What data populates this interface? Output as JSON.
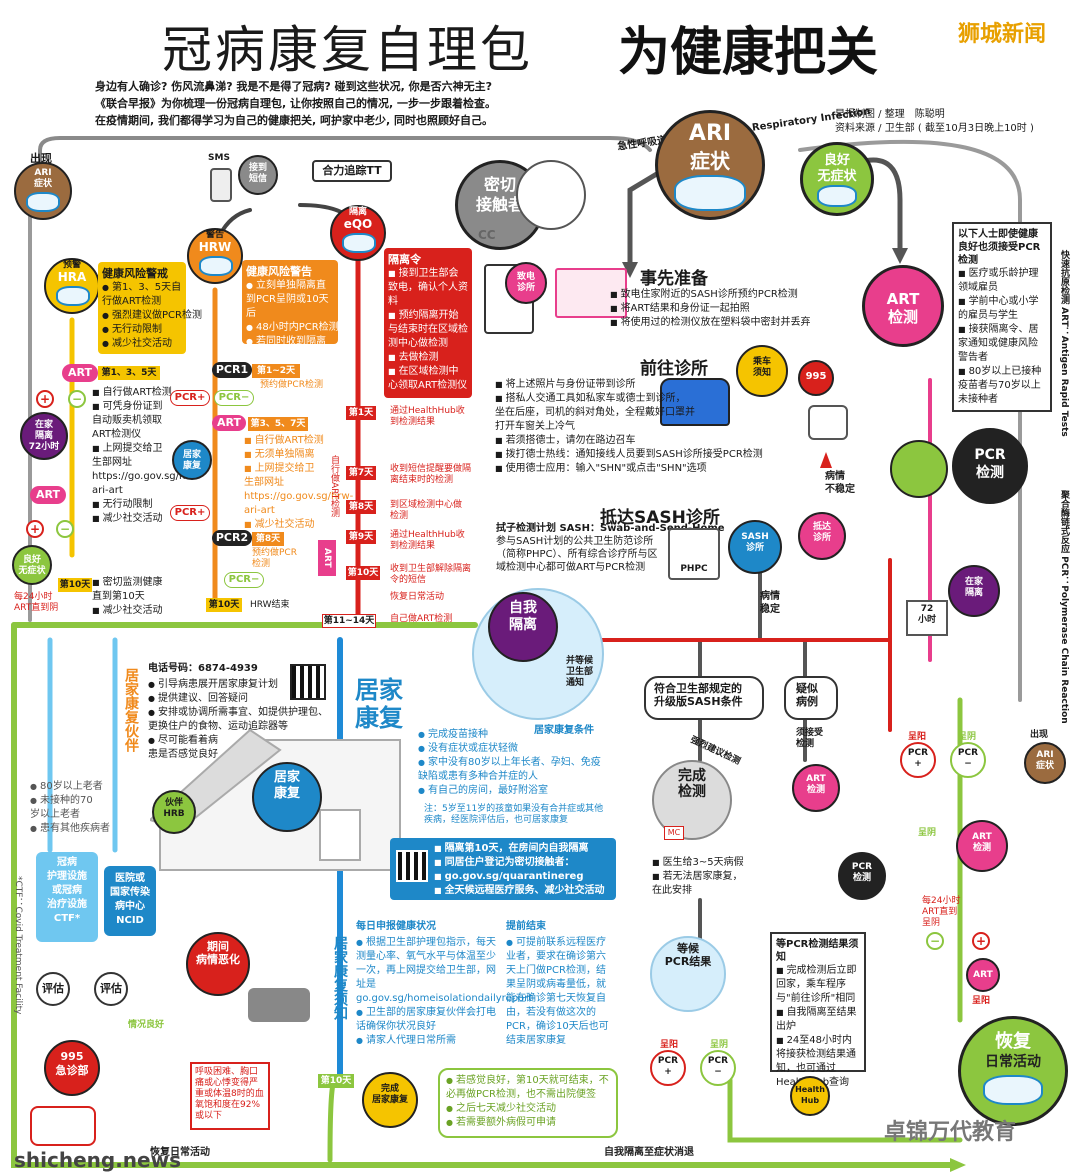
{
  "header": {
    "title_left": "冠病康复自理包",
    "title_right": "为健康把关",
    "brand": "狮城新闻",
    "intro": [
      "身边有人确诊? 伤风流鼻涕? 我是不是得了冠病? 碰到这些状况, 你是否六神无主?",
      "《联合早报》为你梳理一份冠病自理包, 让你按照自己的情况, 一步一步跟着检查。",
      "在疫情期间, 我们都得学习为自己的健康把关, 呵护家中老少, 同时也照顾好自己。"
    ],
    "credits_1": "早报制图 / 整理　陈聪明",
    "credits_2": "资料来源 / 卫生部 ( 截至10月3日晚上10时 )"
  },
  "ari": {
    "arc_text": "急性呼吸道感染 ARI: Acute Respiratory Infection",
    "line1": "ARI",
    "line2": "症状"
  },
  "left_top": {
    "appear": "出现",
    "ari_symptom": "ARI\n症状",
    "sms": "SMS",
    "received_sms": "接到\n短信",
    "tracing": "合力追踪TT",
    "close_contact": "密切\n接触者",
    "cc": "CC",
    "good_no_symptom": "良好\n无症状"
  },
  "hra": {
    "label_top": "预警",
    "label": "HRA",
    "title": "健康风险警戒",
    "items": [
      "第1、3、5天自行做ART检测",
      "强烈建议做PCR检测",
      "无行动限制",
      "减少社交活动"
    ]
  },
  "hrw": {
    "label_top": "警告",
    "label": "HRW",
    "title": "健康风险警告",
    "items": [
      "立刻单独隔离直到PCR呈阴或10天后",
      "48小时内PCR检测",
      "若同时收到隔离令，则执行隔离令"
    ]
  },
  "eqo": {
    "label_top": "隔离",
    "label": "eQO",
    "title": "隔离令",
    "items": [
      "接到卫生部会致电，确认个人资料",
      "预约隔离开始与结束时在区域检测中心做检测",
      "去做检测",
      "在区域检测中心领取ART检测仪"
    ]
  },
  "art_left": {
    "art": "ART",
    "days": "第1、3、5天",
    "plus": "+",
    "minus": "−",
    "iso72": "在家\n隔离\n72小时",
    "art2": "ART",
    "good": "良好\n无症状",
    "day10": "第10天",
    "note_24": "每24小时\nART直到阴",
    "items": [
      "自行做ART检测",
      "可凭身份证到自动贩卖机领取ART检测仪",
      "上网提交给卫生部网址 https://go.gov.sg/hrw-ari-art",
      "无行动限制",
      "减少社交活动"
    ],
    "day10_items": [
      "密切监测健康直到第10天",
      "减少社交活动"
    ]
  },
  "pcr_mid": {
    "pcr1": "PCR1",
    "pcr1_days": "第1~2天",
    "pcr1_note": "预约做PCR检测",
    "pcr_plus": "PCR+",
    "pcr_minus": "PCR−",
    "art": "ART",
    "art_days": "第3、5、7天",
    "art_items": [
      "自行做ART检测",
      "无须单独隔离",
      "上网提交给卫生部网址 https://go.gov.sg/hrw-ari-art",
      "减少社交活动"
    ],
    "home_recovery": "居家\n康复",
    "pcr_plus2": "PCR+",
    "pcr2": "PCR2",
    "pcr2_days": "第8天",
    "pcr2_note": "预约做PCR检测",
    "pcr_minus2": "PCR−",
    "day10": "第10天",
    "hrw_end": "HRW结束"
  },
  "eqo_days": {
    "side": "自行做ART检测",
    "art_tag": "ART",
    "d1": "第1天",
    "d1_text": "通过HealthHub收到检测结果",
    "d7": "第7天",
    "d7_text": "收到短信提醒要做隔离结束时的检测",
    "d8": "第8天",
    "d8_text": "到区域检测中心做检测",
    "d9": "第9天",
    "d9_text": "通过HealthHub收到检测结果",
    "d10": "第10天",
    "d10_text1": "收到卫生部解除隔离令的短信",
    "d10_text2": "恢复日常活动",
    "d11": "第11~14天",
    "d11_text": "自己做ART检测"
  },
  "prep": {
    "title": "事先准备",
    "clinic_icon": "致电\n诊所",
    "items": [
      "致电住家附近的SASH诊所预约PCR检测",
      "将ART结果和身份证一起拍照",
      "将使用过的检测仪放在塑料袋中密封并丢弃"
    ]
  },
  "goclinic": {
    "title": "前往诊所",
    "by_car": "乘车\n须知",
    "ambulance": "995",
    "items": [
      "将上述照片与身份证带到诊所",
      "搭私人交通工具如私家车或德士到诊所，坐在后座，司机的斜对角处，全程戴好口罩并打开车窗关上冷气",
      "若须搭德士，请勿在路边召车",
      "拨打德士热线：通知接线人员要到SASH诊所接受PCR检测",
      "使用德士应用：输入\"SHN\"或点击\"SHN\"选项"
    ],
    "unstable": "病情\n不稳定"
  },
  "sash": {
    "title": "抵达SASH诊所",
    "lines": [
      "拭子检测计划 SASH：Swab-and-Send-Home",
      "参与SASH计划的公共卫生防范诊所",
      "（简称PHPC）、所有综合诊疗所与区",
      "域检测中心都可做ART与PCR检测"
    ],
    "phpc": "PHPC",
    "badge": "SASH\n诊所",
    "arrive": "抵达\n诊所",
    "stable": "病情\n稳定"
  },
  "right_col": {
    "good": "良好\n无症状",
    "art_test": "ART\n检测",
    "vertical_1": "快速抗原检测 ART：Antigen Rapid Tests",
    "vertical_2": "聚合酶链式反应 PCR：Polymerase Chain Reaction",
    "pcr_title": "以下人士即使健康良好也须接受PCR检测",
    "pcr_items": [
      "医疗或乐龄护理领域雇员",
      "学前中心或小学的雇员与学生",
      "接获隔离令、居家通知或健康风险警告者",
      "80岁以上已接种疫苗者与70岁以上未接种者"
    ],
    "pcr_check": "PCR\n检测",
    "home72": "72\n小时",
    "home_iso": "在家\n隔离",
    "pos": "呈阳",
    "neg": "呈阴",
    "pcr_plus": "PCR\n+",
    "pcr_minus": "PCR\n−",
    "appear": "出现",
    "ari": "ARI\n症状",
    "neg2": "呈阴",
    "art2": "ART\n检测",
    "every24": "每24小时\nART直到\n呈阴",
    "plus": "+",
    "minus": "−",
    "art3": "ART",
    "pos2": "呈阳",
    "recover": "恢复",
    "daily": "日常活动"
  },
  "self_iso": {
    "title": "自我\n隔离",
    "notify": "并等候\n卫生部\n通知",
    "meets": "符合卫生部规定的\n升级版SASH条件",
    "suspect": "疑似\n病例",
    "accept": "须接受\n检测",
    "strong": "强烈建议检测",
    "complete": "完成\n检测",
    "art": "ART\n检测",
    "pcr": "PCR\n检测",
    "mc": "MC",
    "after": [
      "医生给3~5天病假",
      "若无法居家康复，在此安排"
    ]
  },
  "wait": {
    "title": "等候\nPCR结果",
    "box_title": "等PCR检测结果须知",
    "items": [
      "完成检测后立即回家，乘车程序与\"前往诊所\"相同",
      "自我隔离至结果出炉",
      "24至48小时内将接获检测结果通知，也可通过HealthHub查询"
    ],
    "pos": "呈阳",
    "neg": "呈阴",
    "pcr_plus": "PCR\n+",
    "pcr_minus": "PCR\n−",
    "healthhub": "Health\nHub"
  },
  "home": {
    "partner": "居家康复伙伴",
    "phone": "电话号码：6874-4939",
    "partner_items": [
      "引导病患展开居家康复计划",
      "提供建议、回答疑问",
      "安排或协调所需事宜、如提供护理包、更换住户的食物、运动追踪器等",
      "尽可能看着病患是否感觉良好"
    ],
    "big_title": "居家\n康复",
    "cond_title": "居家康复条件",
    "cond_items": [
      "完成疫苗接种",
      "没有症状或症状轻微",
      "家中没有80岁以上年长者、孕妇、免疫缺陷或患有多种合并症的人",
      "有自己的房间，最好附浴室"
    ],
    "cond_note": "注：5岁至11岁的孩童如果没有合并症或其他疾病，经医院评估后，也可居家康复",
    "house_char": "居家\n康复",
    "qr_items": [
      "隔离第10天，在房间内自我隔离",
      "同居住户登记为密切接触者：",
      "go.gov.sg/quarantinereg",
      "全天候远程医疗服务、减少社交活动"
    ],
    "hrb": "伙伴\nHRB",
    "risk_items": [
      "80岁以上老者",
      "未接种的70岁以上老者",
      "患有其他疾病者"
    ],
    "ctf": "冠病\n护理设施\n或冠病\n治疗设施\nCTF*",
    "ncid": "医院或\n国家传染\n病中心\nNCID",
    "eval1": "评估",
    "eval2": "评估",
    "good": "情况良好",
    "ctf_note": "*CTF：Covid Treatment Facility",
    "worse": "期间\n病情恶化",
    "worse_box": [
      "呼吸困难、胸口痛或心悸变得严重或体温8时的血氧饱和度在92%或以下"
    ],
    "er": "995\n急诊部",
    "normal": "恢复日常活动"
  },
  "notice": {
    "side": "居家康复须知",
    "daily_title": "每日申报健康状况",
    "daily_items": [
      "根据卫生部护理包指示，每天测量心率、氧气水平与体温至少一次，再上网提交给卫生部，网址是go.gov.sg/homeisolationdailyreport",
      "卫生部的居家康复伙伴会打电话确保你状况良好",
      "请家人代理日常所需"
    ],
    "early_title": "提前结束",
    "early_items": [
      "可提前联系远程医疗业者，要求在确诊第六天上门做PCR检测，结果呈阴或病毒量低，就能在确诊第七天恢复自由，若没有做这次的PCR，确诊10天后也可结束居家康复"
    ],
    "day10": "第10天",
    "complete": "完成\n居家康复",
    "complete_items": [
      "若感觉良好，第10天就可结束，不必再做PCR检测，也不需出院便签",
      "之后七天减少社交活动",
      "若需要额外病假可申请"
    ],
    "bottom": "自我隔离至症状消退"
  },
  "footer": {
    "site": "shicheng.news",
    "watermark": "卓锦万代教育"
  }
}
